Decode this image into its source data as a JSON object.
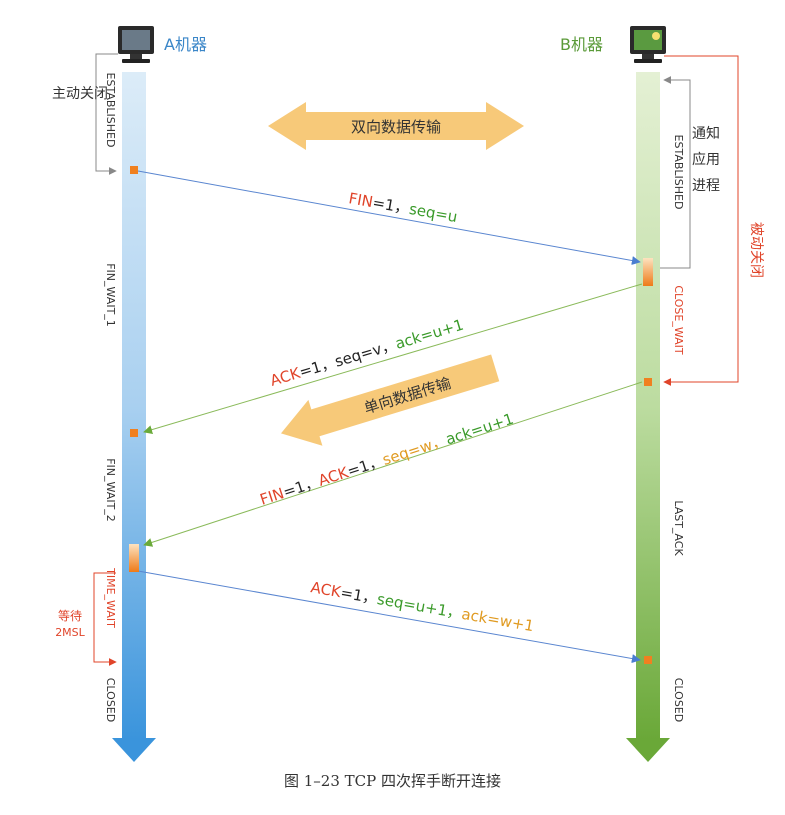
{
  "machines": {
    "a_label": "A机器",
    "b_label": "B机器"
  },
  "a_states": {
    "established": "ESTABLISHED",
    "fin_wait_1": "FIN_WAIT_1",
    "fin_wait_2": "FIN_WAIT_2",
    "time_wait": "TIME_WAIT",
    "closed": "CLOSED"
  },
  "b_states": {
    "established": "ESTABLISHED",
    "close_wait": "CLOSE_WAIT",
    "last_ack": "LAST_ACK",
    "closed": "CLOSED"
  },
  "annotations": {
    "active_close": "主动关闭",
    "notify_app_1": "通知",
    "notify_app_2": "应用",
    "notify_app_3": "进程",
    "passive_close": "被动关闭",
    "wait_1": "等待",
    "wait_2": "2MSL"
  },
  "banners": {
    "bidirectional": "双向数据传输",
    "unidirectional": "单向数据传输"
  },
  "messages": {
    "m1": {
      "fin": "FIN",
      "fin_val": "=1，",
      "seq": "seq=u"
    },
    "m2": {
      "ack": "ACK",
      "ack_val": "=1，",
      "seq": "seq=v，",
      "ackno": "ack=u+1"
    },
    "m3": {
      "fin": "FIN",
      "fin_val": "=1，",
      "ack": "ACK",
      "ack_val": "=1，",
      "seq": "seq=w，",
      "ackno": "ack=u+1"
    },
    "m4": {
      "ack": "ACK",
      "ack_val": "=1，",
      "seq": "seq=u+1，",
      "ackno": "ack=w+1"
    }
  },
  "colors": {
    "a_timeline": "#4aa0e0",
    "b_timeline": "#7ab648",
    "red": "#e0442a",
    "green": "#3a9a2a",
    "orange_text": "#e09a20",
    "marker": "#f08020",
    "banner": "#f7c979"
  },
  "caption": "图 1–23   TCP 四次挥手断开连接"
}
